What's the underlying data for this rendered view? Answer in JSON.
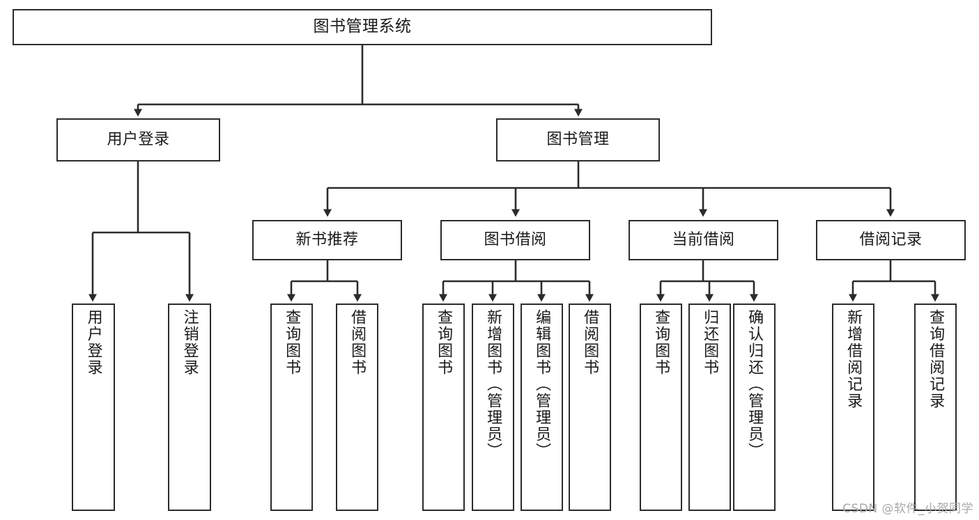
{
  "diagram": {
    "type": "tree-hierarchy",
    "title": "图书管理系统",
    "watermark": "CSDN @软件_小贺同学",
    "colors": {
      "stroke": "#2b2b2b",
      "fill": "#ffffff",
      "text": "#1a1a1a",
      "watermark": "#a8a8a8"
    },
    "nodes": {
      "root": {
        "label": "图书管理系统"
      },
      "level2": [
        {
          "id": "user-login",
          "label": "用户登录"
        },
        {
          "id": "book-management",
          "label": "图书管理"
        }
      ],
      "level3": [
        {
          "id": "new-book-recommend",
          "label": "新书推荐"
        },
        {
          "id": "book-borrow",
          "label": "图书借阅"
        },
        {
          "id": "current-borrow",
          "label": "当前借阅"
        },
        {
          "id": "borrow-record",
          "label": "借阅记录"
        }
      ],
      "leaves": {
        "user_login": [
          {
            "id": "leaf-user-login",
            "label": "用户登录"
          },
          {
            "id": "leaf-logout",
            "label": "注销登录"
          }
        ],
        "new_book_recommend": [
          {
            "id": "leaf-query-book-1",
            "label": "查询图书"
          },
          {
            "id": "leaf-borrow-book-1",
            "label": "借阅图书"
          }
        ],
        "book_borrow": [
          {
            "id": "leaf-query-book-2",
            "label": "查询图书"
          },
          {
            "id": "leaf-add-book",
            "label": "新增图书（管理员）"
          },
          {
            "id": "leaf-edit-book",
            "label": "编辑图书（管理员）"
          },
          {
            "id": "leaf-borrow-book-2",
            "label": "借阅图书"
          }
        ],
        "current_borrow": [
          {
            "id": "leaf-query-book-3",
            "label": "查询图书"
          },
          {
            "id": "leaf-return-book",
            "label": "归还图书"
          },
          {
            "id": "leaf-confirm-return",
            "label": "确认归还（管理员）"
          }
        ],
        "borrow_record": [
          {
            "id": "leaf-add-record",
            "label": "新增借阅记录"
          },
          {
            "id": "leaf-query-record",
            "label": "查询借阅记录"
          }
        ]
      }
    }
  }
}
